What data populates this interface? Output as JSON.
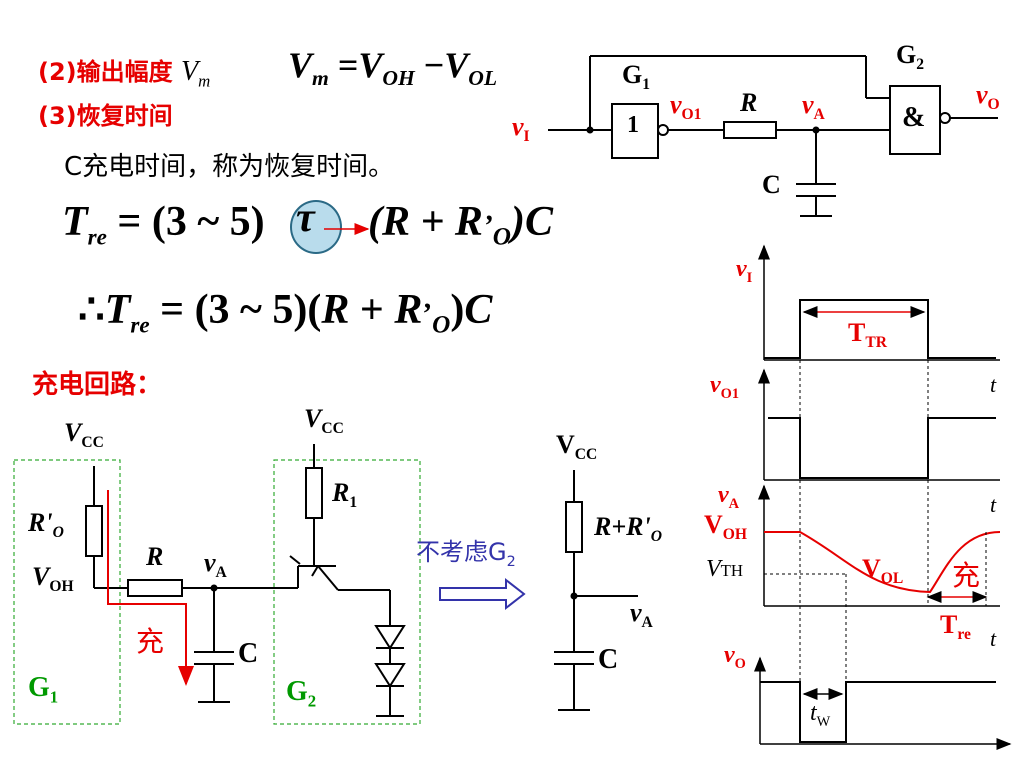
{
  "text": {
    "amplitude_label": "(2)输出幅度",
    "recovery_label": "(3)恢复时间",
    "charging_sentence": "C充电时间，称为恢复时间。",
    "charging_loop": "充电回路：",
    "ignore_g2": "不考虑G",
    "ignore_g2_sub": "2",
    "charge_char": "充"
  },
  "formulas": {
    "vm_def": "V = V − V",
    "tre_1_left": "T",
    "tre_1_mid": "= (3 ~ 5)",
    "tau": "τ",
    "tre_1_right": "(R + R’)C",
    "tre_2": "∴T = (3 ~ 5)(R + R’)C",
    "sub_m": "m",
    "sub_oh": "OH",
    "sub_ol": "OL",
    "sub_re": "re",
    "sub_o": "O"
  },
  "circuit_top": {
    "g1": "G",
    "g1_sub": "1",
    "g2": "G",
    "g2_sub": "2",
    "inverter": "1",
    "and_gate": "&",
    "r": "R",
    "c": "C",
    "vi": "v",
    "vi_sub": "I",
    "vo1": "v",
    "vo1_sub": "O1",
    "va": "v",
    "va_sub": "A",
    "vo": "v",
    "vo_sub": "O"
  },
  "circuit_left": {
    "vcc": "V",
    "vcc_sub": "CC",
    "r_o": "R'",
    "r_o_sub": "O",
    "voh": "V",
    "voh_sub": "OH",
    "r": "R",
    "va": "v",
    "va_sub": "A",
    "c": "C",
    "g1": "G",
    "g1_sub": "1",
    "g2": "G",
    "g2_sub": "2",
    "vcc2": "V",
    "vcc2_sub": "CC",
    "r1": "R",
    "r1_sub": "1"
  },
  "circuit_right": {
    "vcc": "V",
    "vcc_sub": "CC",
    "r_sum": "R+R'",
    "r_sum_sub": "O",
    "va": "v",
    "va_sub": "A",
    "c": "C"
  },
  "waveforms": {
    "vi": "v",
    "vi_sub": "I",
    "vo1": "v",
    "vo1_sub": "O1",
    "va": "v",
    "va_sub": "A",
    "vo": "v",
    "vo_sub": "O",
    "t": "t",
    "ttr": "T",
    "ttr_sub": "TR",
    "voh": "V",
    "voh_sub": "OH",
    "vol": "V",
    "vol_sub": "OL",
    "vth": "V",
    "vth_sub": "TH",
    "tre": "T",
    "tre_sub": "re",
    "tw": "t",
    "tw_sub": "W"
  }
}
